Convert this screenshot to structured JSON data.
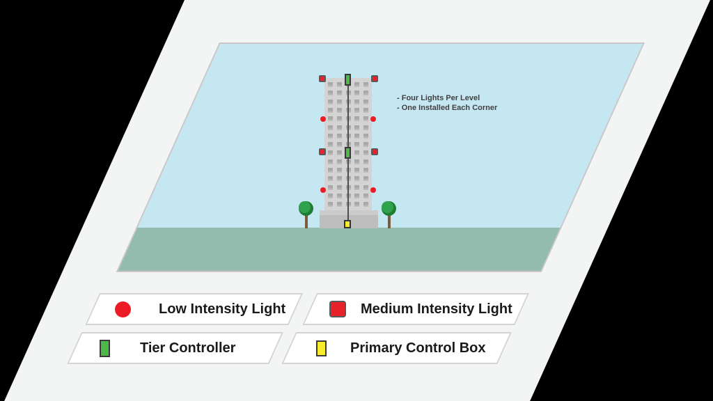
{
  "scene": {
    "annotation": {
      "line1": "- Four Lights Per Level",
      "line2": "- One Installed Each Corner"
    }
  },
  "legend": {
    "items": [
      {
        "label": "Low Intensity Light",
        "icon": "red-circle-icon"
      },
      {
        "label": "Medium Intensity Light",
        "icon": "red-square-icon"
      },
      {
        "label": "Tier Controller",
        "icon": "green-rect-icon"
      },
      {
        "label": "Primary Control Box",
        "icon": "yellow-rect-icon"
      }
    ]
  },
  "colors": {
    "background": "#000000",
    "panel": "#f3f5f5",
    "sky": "#c5e7f2",
    "ground": "#93bcae",
    "low_intensity_light": "#ed1c24",
    "medium_intensity_light": "#e8222b",
    "tier_controller": "#4db748",
    "primary_control_box": "#f7ec2e"
  }
}
